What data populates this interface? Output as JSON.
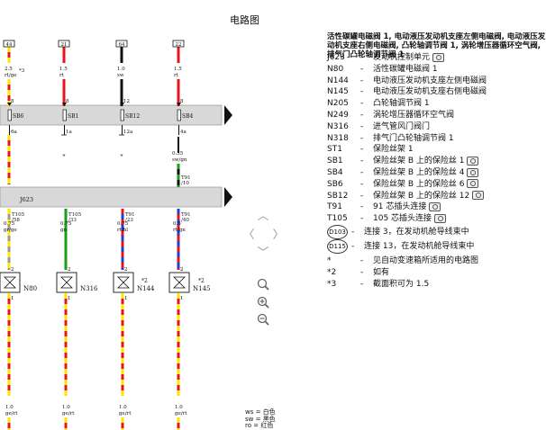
{
  "page": {
    "title": "电路图"
  },
  "diagram": {
    "top_connectors": [
      "44",
      "21",
      "64",
      "22"
    ],
    "top_wire_labels": [
      {
        "size": "2.5",
        "color": "rt/ge",
        "note": "*3"
      },
      {
        "size": "1.5",
        "color": "rt",
        "note": ""
      },
      {
        "size": "1.0",
        "color": "sw",
        "note": ""
      },
      {
        "size": "1.5",
        "color": "rt",
        "note": ""
      }
    ],
    "pins_upper": [
      "8",
      "8",
      "12",
      "8"
    ],
    "fuse_labels": [
      "SB6",
      "SB1",
      "SB12",
      "SB4"
    ],
    "fuse_outputs": [
      "6a",
      "1a",
      "12a",
      "4a"
    ],
    "asterisks": [
      "*",
      "*"
    ],
    "sb4_wire_label": {
      "size": "0.35",
      "color": "sw/gn"
    },
    "t91_label": {
      "code": "T91",
      "pin": "/10"
    },
    "module_label": "J623",
    "module_pins": [
      {
        "connector": "T105",
        "pin": "/58",
        "size": "0.75",
        "color": "gr/ge"
      },
      {
        "connector": "T105",
        "pin": "/33",
        "size": "0.75",
        "color": "gn"
      },
      {
        "connector": "T91",
        "pin": "/23",
        "size": "0.75",
        "color": "rt/bl"
      },
      {
        "connector": "T91",
        "pin": "/40",
        "size": "0.5",
        "color": "rt/gn"
      }
    ],
    "valve_upper_pins": [
      "2",
      "2",
      "2",
      "2"
    ],
    "valve_labels": [
      "N80",
      "N316",
      "N144",
      "N145"
    ],
    "valve_notes": [
      "*2",
      "*2"
    ],
    "valve_lower_pins": [
      "1",
      "1",
      "1",
      "1"
    ],
    "bottom_wire_labels": [
      {
        "size": "1.0",
        "color": "ge/rt"
      },
      {
        "size": "1.0",
        "color": "ge/rt"
      },
      {
        "size": "1.0",
        "color": "ge/rt"
      },
      {
        "size": "1.0",
        "color": "ge/rt"
      }
    ],
    "wire_colors": {
      "red": "#e8141b",
      "yellow": "#ffe600",
      "black": "#111111",
      "green": "#1a9e1a",
      "gray": "#9a9a9a",
      "blue": "#1e3fd0",
      "bar": "#d8d8d8"
    }
  },
  "legend": {
    "heading": "活性碳罐电磁阀 1, 电动液压发动机支座左侧电磁阀, 电动液压发动机支座右侧电磁阀, 凸轮轴调节阀 1, 涡轮增压器循环空气阀, 排气门凸轮轴调节阀 1",
    "items": [
      {
        "code": "J623",
        "dash": "-",
        "text": "发动机控制单元",
        "camera": true
      },
      {
        "code": "N80",
        "dash": "-",
        "text": "活性碳罐电磁阀 1",
        "camera": false
      },
      {
        "code": "N144",
        "dash": "-",
        "text": "电动液压发动机支座左侧电磁阀",
        "camera": false
      },
      {
        "code": "N145",
        "dash": "-",
        "text": "电动液压发动机支座右侧电磁阀",
        "camera": false
      },
      {
        "code": "N205",
        "dash": "-",
        "text": "凸轮轴调节阀 1",
        "camera": false
      },
      {
        "code": "N249",
        "dash": "-",
        "text": "涡轮增压器循环空气阀",
        "camera": false
      },
      {
        "code": "N316",
        "dash": "-",
        "text": "进气管风门阀门",
        "camera": false
      },
      {
        "code": "N318",
        "dash": "-",
        "text": "排气门凸轮轴调节阀 1",
        "camera": false
      },
      {
        "code": "ST1",
        "dash": "-",
        "text": "保险丝架 1",
        "camera": false
      },
      {
        "code": "SB1",
        "dash": "-",
        "text": "保险丝架 B 上的保险丝 1",
        "camera": true
      },
      {
        "code": "SB4",
        "dash": "-",
        "text": "保险丝架 B 上的保险丝 4",
        "camera": true
      },
      {
        "code": "SB6",
        "dash": "-",
        "text": "保险丝架 B 上的保险丝 6",
        "camera": true
      },
      {
        "code": "SB12",
        "dash": "-",
        "text": "保险丝架 B 上的保险丝 12",
        "camera": true
      },
      {
        "code": "T91",
        "dash": "-",
        "text": "91 芯插头连接",
        "camera": true
      },
      {
        "code": "T105",
        "dash": "-",
        "text": "105 芯插头连接",
        "camera": true
      }
    ],
    "connections": [
      {
        "code": "D103",
        "dash": "-",
        "text": "连接 3，在发动机舱导线束中"
      },
      {
        "code": "D115",
        "dash": "-",
        "text": "连接 13，在发动机舱导线束中"
      }
    ],
    "notes": [
      {
        "code": "*",
        "dash": "-",
        "text": "见自动变速箱所适用的电路图"
      },
      {
        "code": "*2",
        "dash": "-",
        "text": "如有"
      },
      {
        "code": "*3",
        "dash": "-",
        "text": "截面积可为 1.5"
      }
    ]
  },
  "nav_icons": {
    "up": "chevron-up-icon",
    "left": "chevron-left-icon",
    "right": "chevron-right-icon",
    "down": "chevron-down-icon"
  },
  "color_key": [
    "ws = 白色",
    "sw = 黑色",
    "ro = 红色"
  ]
}
